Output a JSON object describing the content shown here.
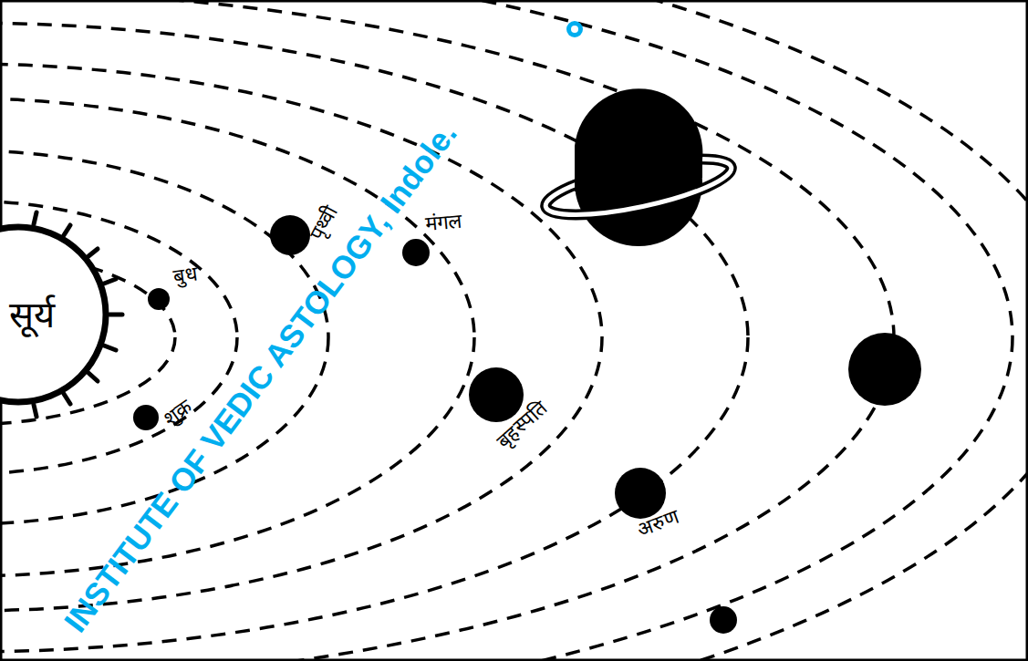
{
  "diagram": {
    "nodes": [
      {
        "text": [
          "सूर्य"
        ]
      }
    ],
    "labels": [
      "बुध",
      "शुक्र",
      "पृथ्वी",
      "मंगल",
      "बृहस्पति",
      "अरुण",
      "INSTITUTE OF VEDIC ASTOLOGY, Indole."
    ]
  }
}
